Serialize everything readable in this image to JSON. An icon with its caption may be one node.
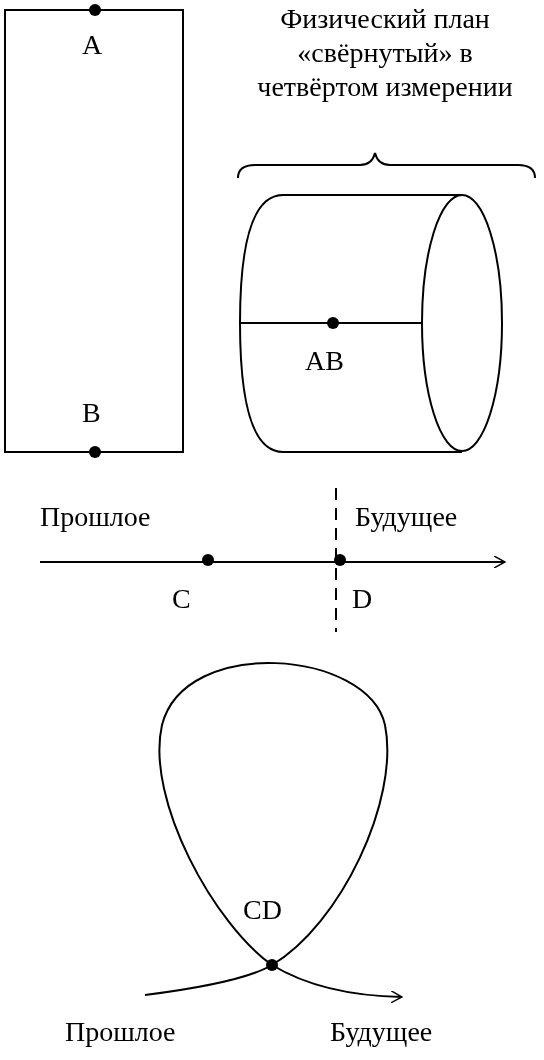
{
  "diagram": {
    "labels": [
      "Физический план «свёрнутый» в четвёртом измерении",
      "A",
      "B",
      "AB",
      "Прошлое",
      "Будущее",
      "C",
      "D",
      "CD",
      "Прошлое",
      "Будущее"
    ]
  }
}
